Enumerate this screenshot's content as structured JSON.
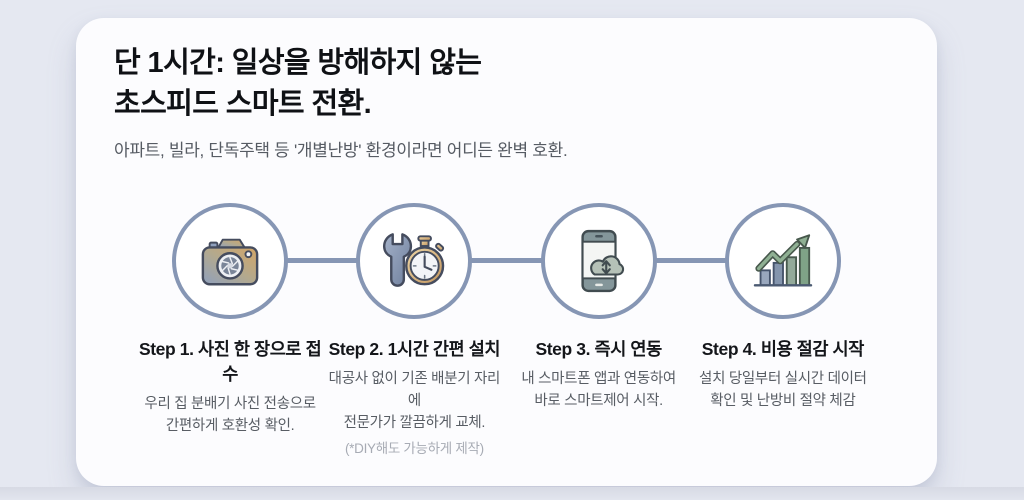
{
  "colors": {
    "page_background": "#e5e8f1",
    "card_background": "#fcfcfe",
    "accent_slate": "#8696b4",
    "title_text": "#0f1115",
    "subtitle_text": "#565b63",
    "description_text": "#585d64",
    "note_text": "#a7abb4"
  },
  "header": {
    "title_line1": "단 1시간: 일상을 방해하지 않는",
    "title_line2": "초스피드 스마트 전환.",
    "subtitle": "아파트, 빌라, 단독주택 등 '개별난방' 환경이라면 어디든 완벽 호환."
  },
  "steps": [
    {
      "icon": "camera-icon",
      "title": "Step 1. 사진 한 장으로 접수",
      "desc_line1": "우리 집 분배기 사진 전송으로",
      "desc_line2": "간편하게 호환성 확인."
    },
    {
      "icon": "wrench-stopwatch-icon",
      "title": "Step 2. 1시간 간편 설치",
      "desc_line1": "대공사 없이 기존 배분기 자리에",
      "desc_line2": "전문가가 깔끔하게 교체.",
      "note": "(*DIY해도 가능하게 제작)"
    },
    {
      "icon": "phone-cloud-sync-icon",
      "title": "Step 3. 즉시 연동",
      "desc_line1": "내 스마트폰 앱과 연동하여",
      "desc_line2": "바로 스마트제어 시작."
    },
    {
      "icon": "growth-chart-icon",
      "title": "Step 4. 비용 절감 시작",
      "desc_line1": "설치 당일부터 실시간 데이터",
      "desc_line2": "확인 및 난방비 절약 체감"
    }
  ]
}
